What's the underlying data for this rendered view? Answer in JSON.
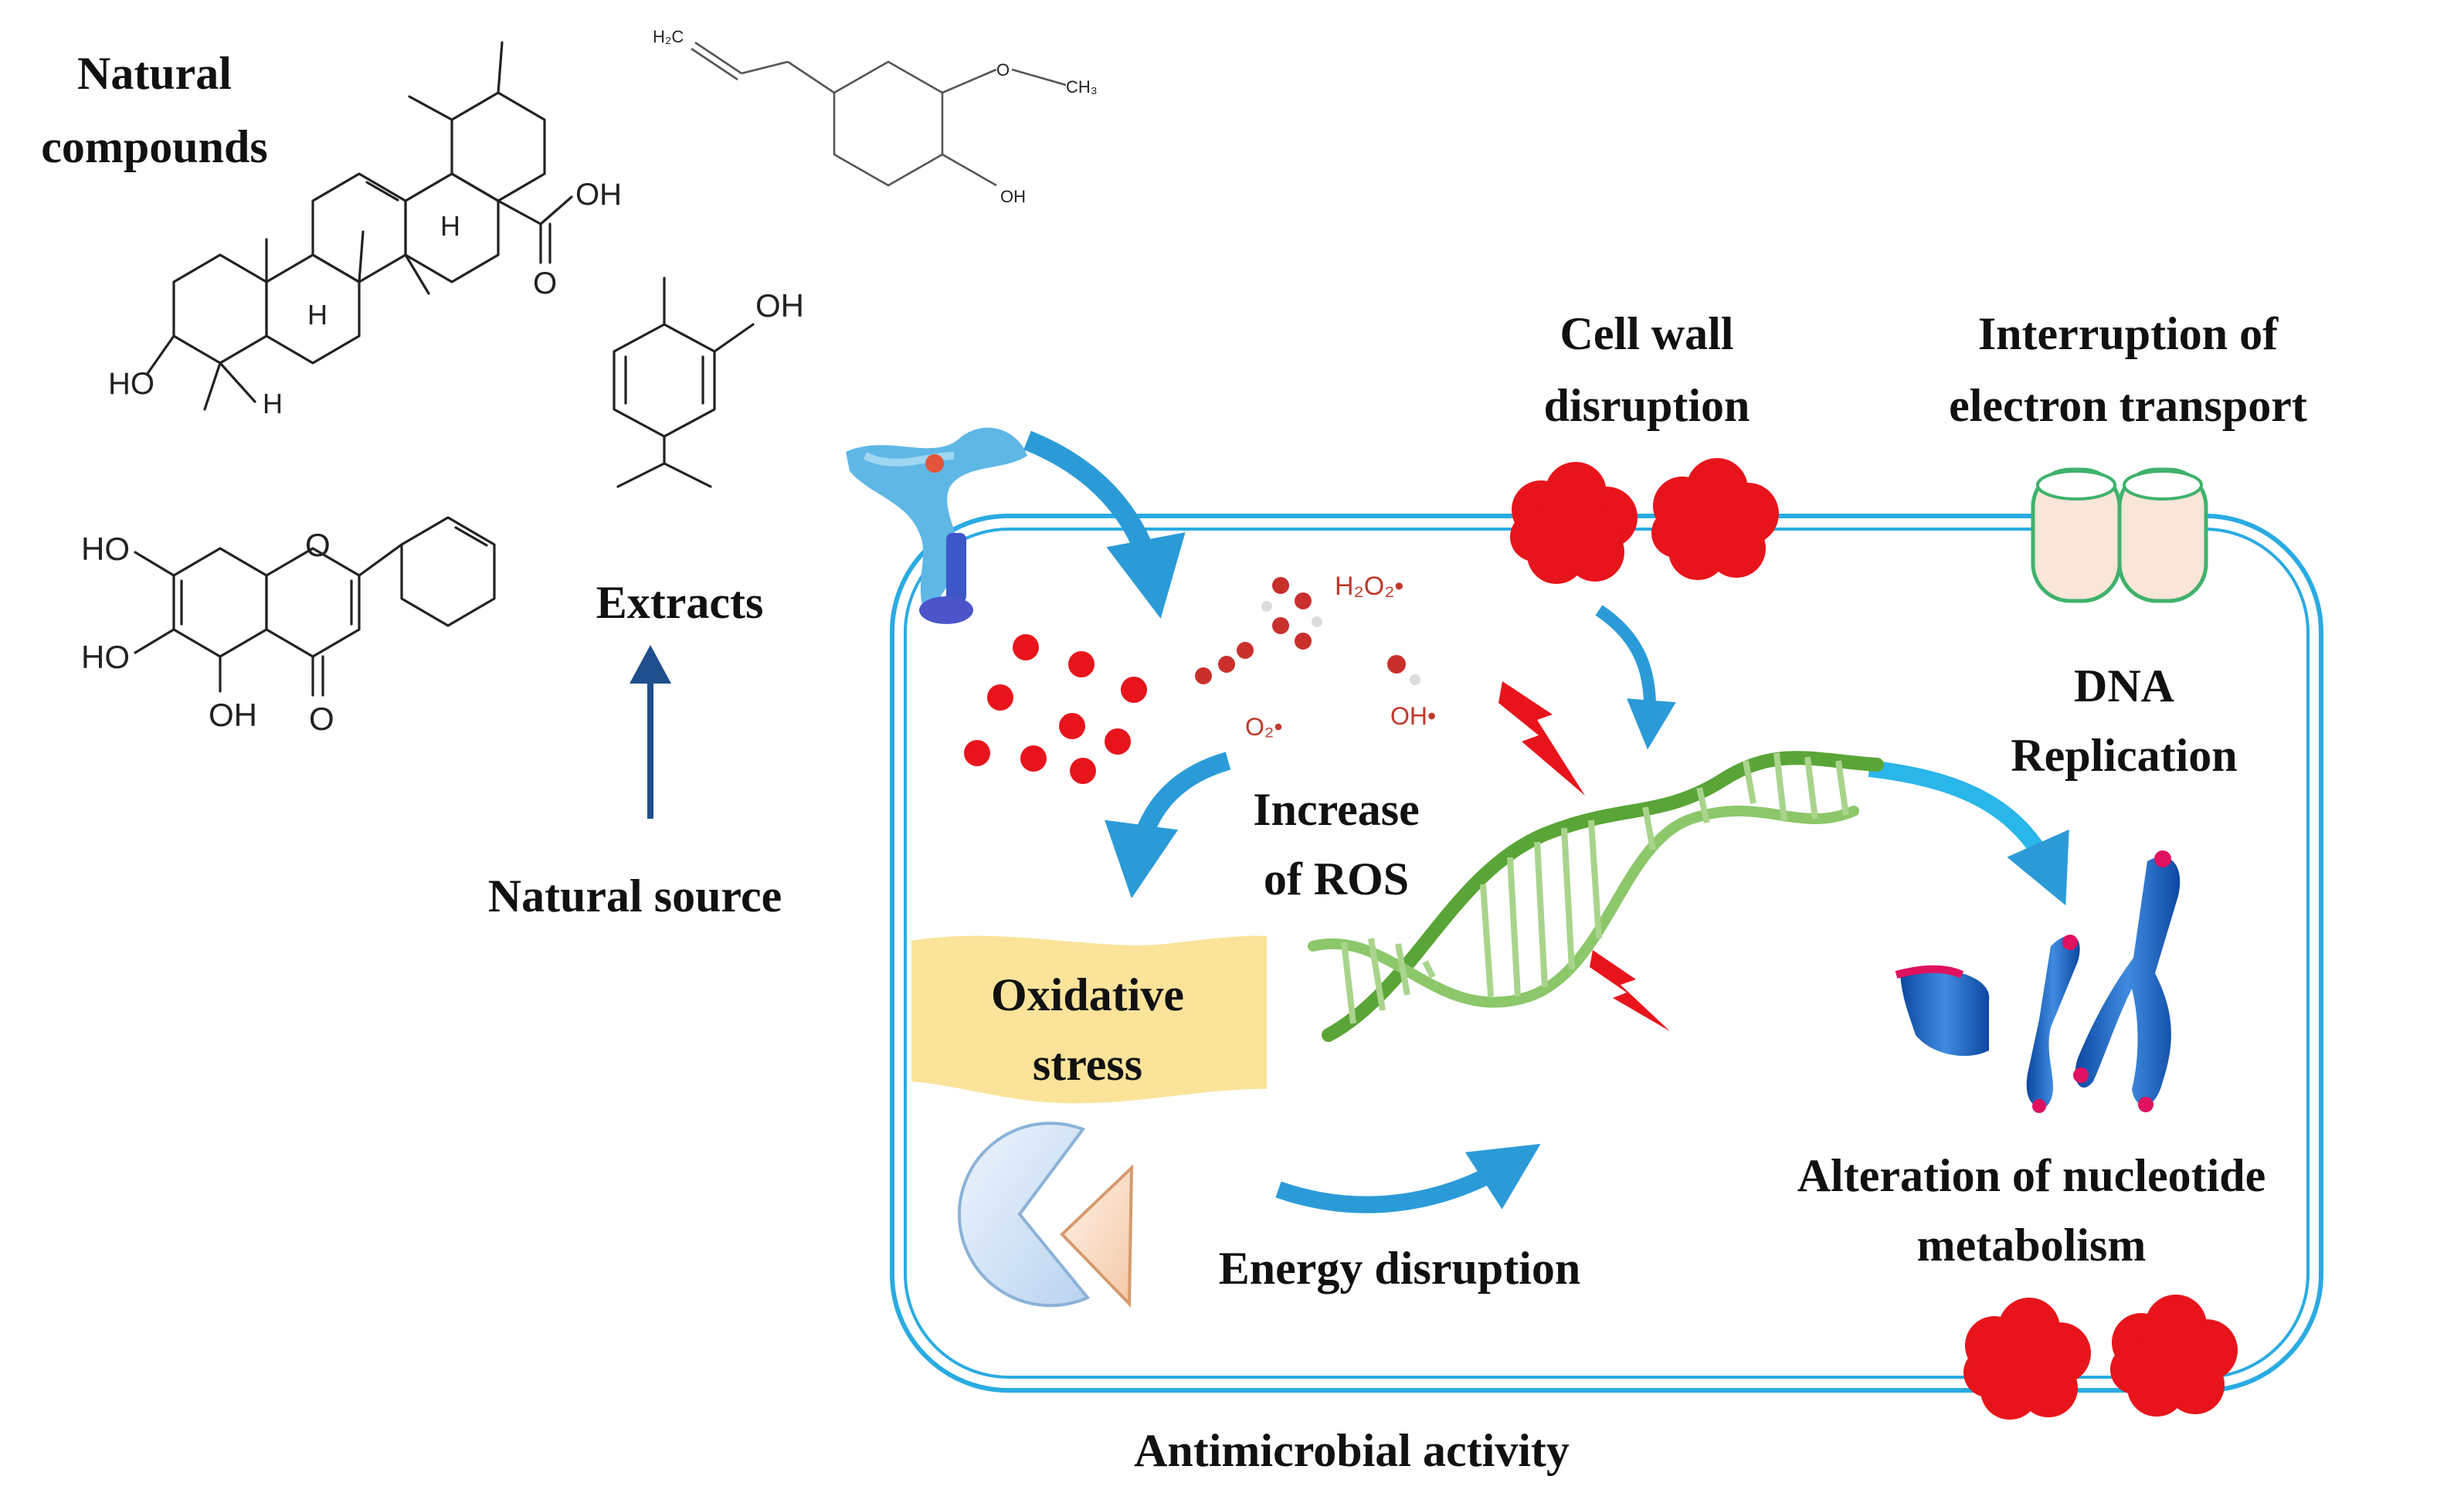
{
  "labels": {
    "natural_compounds_l1": "Natural",
    "natural_compounds_l2": "compounds",
    "extracts": "Extracts",
    "natural_source": "Natural source",
    "cell_wall_l1": "Cell wall",
    "cell_wall_l2": "disruption",
    "electron_l1": "Interruption of",
    "electron_l2": "electron transport",
    "dna_l1": "DNA",
    "dna_l2": "Replication",
    "ros_l1": "Increase",
    "ros_l2": "of ROS",
    "oxidative_l1": "Oxidative",
    "oxidative_l2": "stress",
    "energy": "Energy disruption",
    "nucleotide_l1": "Alteration of nucleotide",
    "nucleotide_l2": "metabolism",
    "antimicrobial": "Antimicrobial activity"
  },
  "chem": {
    "oh": "OH",
    "o": "O",
    "h": "H",
    "ho": "HO",
    "h2c": "H₂C",
    "ch3": "CH₃"
  },
  "ros": {
    "h2o2": "H₂O₂•",
    "o2": "O₂•",
    "oh": "OH•"
  },
  "colors": {
    "cell_membrane": "#29abe2",
    "arrow_blue": "#2b9bd8",
    "natural_arrow": "#1f4e8c",
    "ros_red": "#e8141b",
    "lightning_red": "#e8141b",
    "dna_green": "#5aa537",
    "chromosome_blue": "#1a5fb4",
    "chromosome_tip": "#e0115f",
    "oxidative_band": "#fbe39a",
    "channel_green": "#3fb26b",
    "channel_fill": "#fae5d9"
  }
}
